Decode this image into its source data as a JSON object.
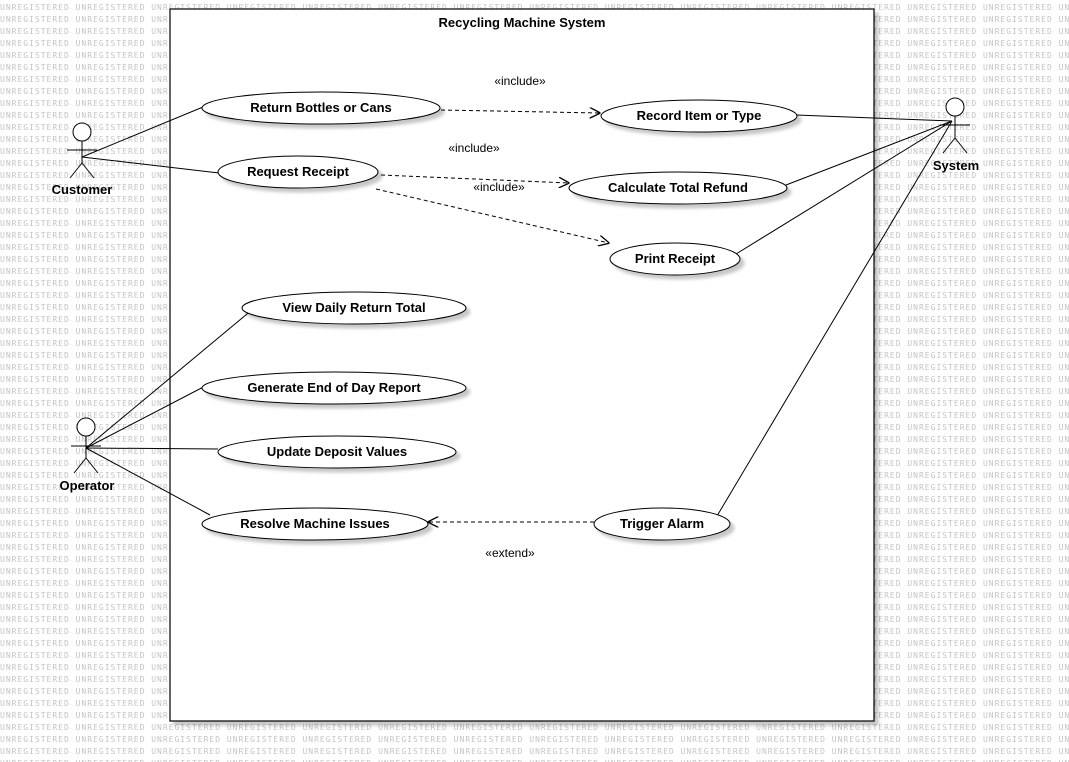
{
  "watermark": "UNREGISTERED",
  "system_boundary": {
    "title": "Recycling Machine System"
  },
  "actors": {
    "customer": "Customer",
    "operator": "Operator",
    "system": "System"
  },
  "use_cases": {
    "return_bottles": "Return Bottles or Cans",
    "request_receipt": "Request Receipt",
    "record_item": "Record Item or Type",
    "calculate_refund": "Calculate Total Refund",
    "print_receipt": "Print Receipt",
    "view_daily": "View Daily Return Total",
    "generate_report": "Generate End of Day Report",
    "update_deposit": "Update Deposit Values",
    "resolve_issues": "Resolve Machine Issues",
    "trigger_alarm": "Trigger Alarm"
  },
  "stereotypes": {
    "include_1": "«include»",
    "include_2": "«include»",
    "include_3": "«include»",
    "extend_1": "«extend»"
  }
}
